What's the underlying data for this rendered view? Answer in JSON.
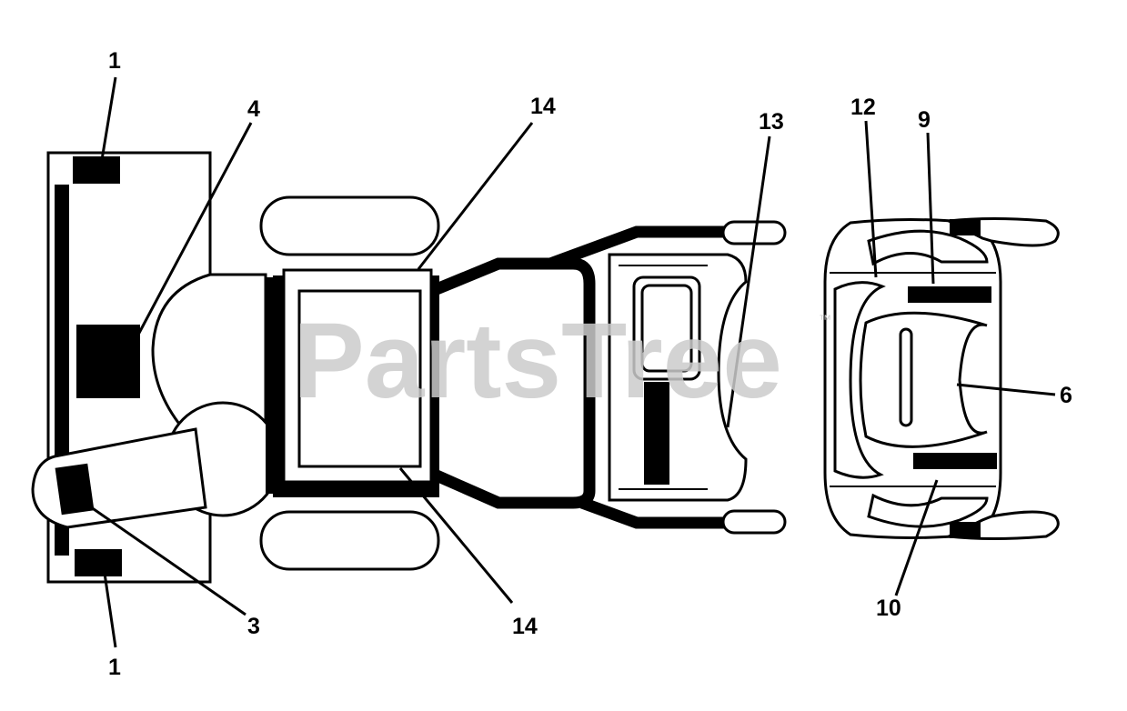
{
  "watermark": {
    "text": "PartsTree",
    "tm": "™"
  },
  "callouts": {
    "c1_top": "1",
    "c1_bottom": "1",
    "c3": "3",
    "c4": "4",
    "c6": "6",
    "c9": "9",
    "c10": "10",
    "c12": "12",
    "c13": "13",
    "c14_top": "14",
    "c14_bottom": "14"
  },
  "colors": {
    "line": "#000000",
    "background": "#ffffff",
    "watermark": "#cccccc"
  }
}
